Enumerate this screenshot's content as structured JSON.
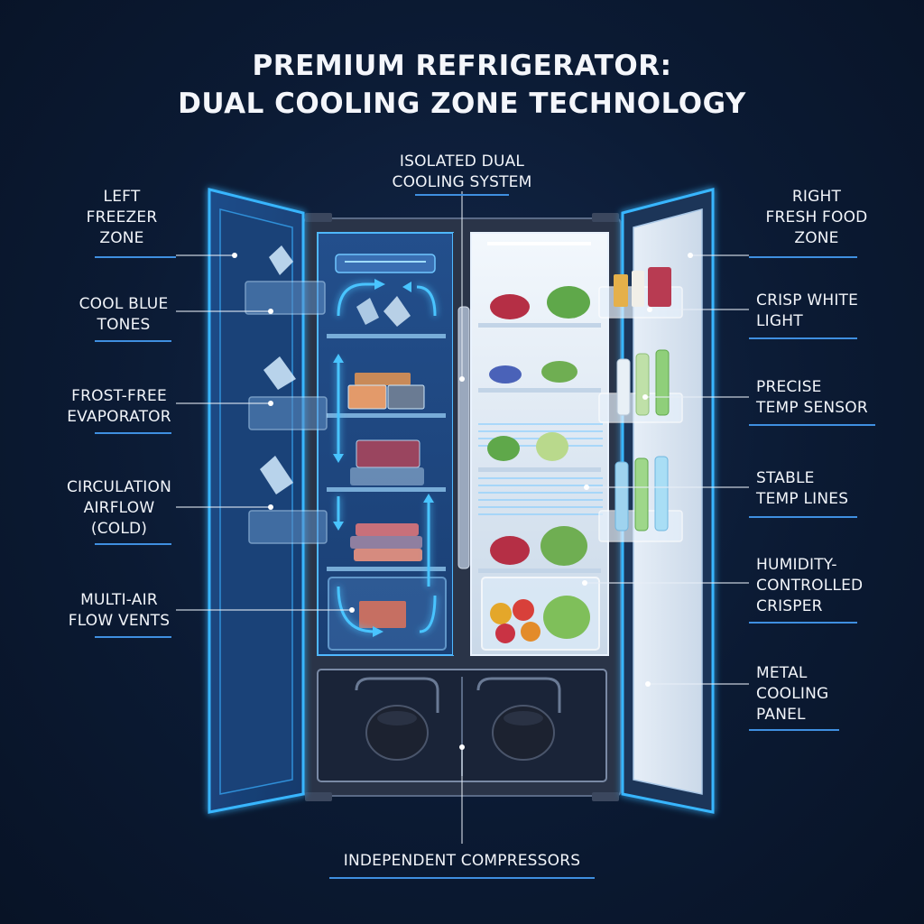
{
  "title": {
    "line1": "PREMIUM REFRIGERATOR:",
    "line2": "DUAL COOLING ZONE TECHNOLOGY"
  },
  "labels": {
    "left_freezer": [
      "LEFT",
      "FREEZER",
      "ZONE"
    ],
    "cool_blue": [
      "COOL BLUE",
      "TONES"
    ],
    "frost_free": [
      "FROST-FREE",
      "EVAPORATOR"
    ],
    "circulation": [
      "CIRCULATION",
      "AIRFLOW",
      "(COLD)"
    ],
    "multi_air": [
      "MULTI-AIR",
      "FLOW VENTS"
    ],
    "isolated": [
      "ISOLATED DUAL",
      "COOLING SYSTEM"
    ],
    "right_fresh": [
      "RIGHT",
      "FRESH FOOD",
      "ZONE"
    ],
    "crisp_white": [
      "CRISP WHITE",
      "LIGHT"
    ],
    "precise_temp": [
      "PRECISE",
      "TEMP SENSOR"
    ],
    "stable_temp": [
      "STABLE",
      "TEMP LINES"
    ],
    "humidity": [
      "HUMIDITY-",
      "CONTROLLED",
      "CRISPER"
    ],
    "metal_panel": [
      "METAL",
      "COOLING",
      "PANEL"
    ],
    "compressors": [
      "INDEPENDENT COMPRESSORS"
    ]
  },
  "colors": {
    "background": "#0b1a33",
    "glow": "#38b6ff",
    "accent_line": "#3f8fe0",
    "freezer_blue": "#1d4f8f",
    "fresh_white": "#dfe9f4"
  }
}
